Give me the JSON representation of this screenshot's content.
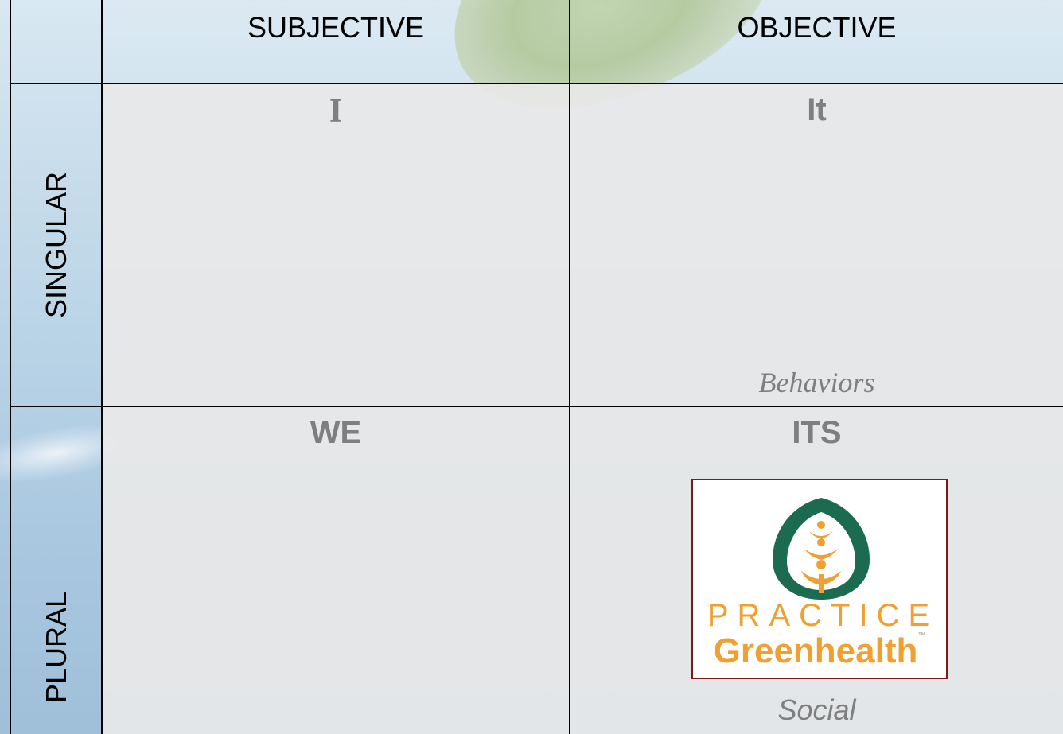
{
  "columns": {
    "subjective": "SUBJECTIVE",
    "objective": "OBJECTIVE"
  },
  "rows": {
    "singular": "SINGULAR",
    "plural": "PLURAL"
  },
  "quadrants": {
    "upper_left": {
      "title": "I"
    },
    "upper_right": {
      "title": "It",
      "caption": "Behaviors"
    },
    "lower_left": {
      "title": "WE"
    },
    "lower_right": {
      "title": "ITS",
      "caption": "Social"
    }
  },
  "logo": {
    "line1": "PRACTICE",
    "line2": "Greenhealth",
    "tm": "™",
    "icon": "leaf-people-icon"
  },
  "colors": {
    "quadrant_title": "#7f7f7f",
    "logo_green": "#1a6b4f",
    "logo_orange": "#f0a030",
    "logo_border": "#7a1a1a"
  }
}
